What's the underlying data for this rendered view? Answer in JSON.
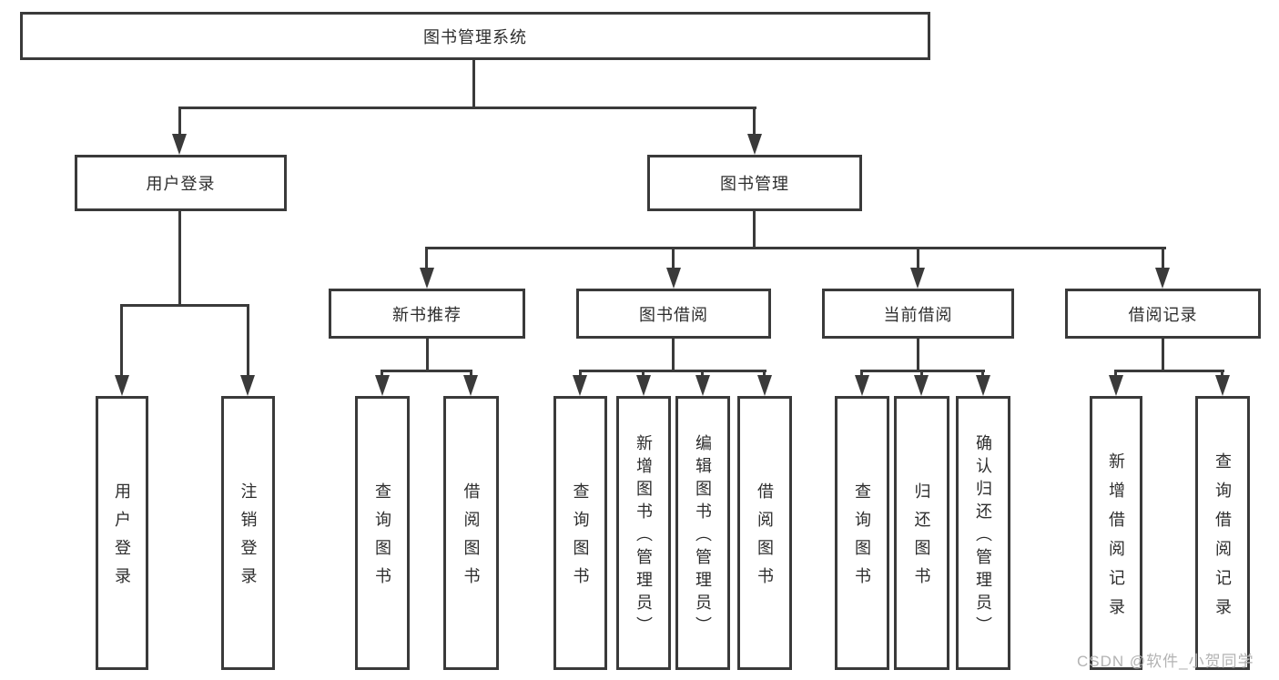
{
  "root": {
    "label": "图书管理系统"
  },
  "level2": [
    {
      "label": "用户登录"
    },
    {
      "label": "图书管理"
    }
  ],
  "level3": [
    {
      "label": "新书推荐"
    },
    {
      "label": "图书借阅"
    },
    {
      "label": "当前借阅"
    },
    {
      "label": "借阅记录"
    }
  ],
  "leaves": {
    "user_login": [
      {
        "label": "用户登录"
      },
      {
        "label": "注销登录"
      }
    ],
    "new_book": [
      {
        "label": "查询图书"
      },
      {
        "label": "借阅图书"
      }
    ],
    "borrow": [
      {
        "label": "查询图书"
      },
      {
        "label": "新增图书（管理员）"
      },
      {
        "label": "编辑图书（管理员）"
      },
      {
        "label": "借阅图书"
      }
    ],
    "current": [
      {
        "label": "查询图书"
      },
      {
        "label": "归还图书"
      },
      {
        "label": "确认归还（管理员）"
      }
    ],
    "records": [
      {
        "label": "新增借阅记录"
      },
      {
        "label": "查询借阅记录"
      }
    ]
  },
  "watermark": "CSDN @软件_小贺同学",
  "colors": {
    "line": "#3a3a3a",
    "border": "#3a3a3a",
    "text": "#2d2d2d",
    "watermark": "#b3b3b3",
    "background": "#ffffff"
  }
}
